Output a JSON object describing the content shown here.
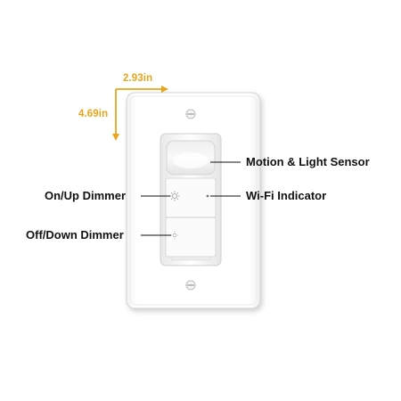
{
  "dimensions": {
    "width_label": "2.93in",
    "height_label": "4.69in",
    "arrow_color": "#E8A51C"
  },
  "callouts": {
    "motion_sensor": "Motion & Light Sensor",
    "wifi_indicator": "Wi-Fi Indicator",
    "on_up_dimmer": "On/Up Dimmer",
    "off_down_dimmer": "Off/Down Dimmer"
  },
  "icons": {
    "on_button": "sun-icon",
    "off_button": "dim-sun-icon",
    "wifi_led": "led-dot-icon"
  },
  "colors": {
    "plate": "#FFFFFF",
    "plate_edge": "#D9D9D9",
    "label_text": "#111111"
  }
}
